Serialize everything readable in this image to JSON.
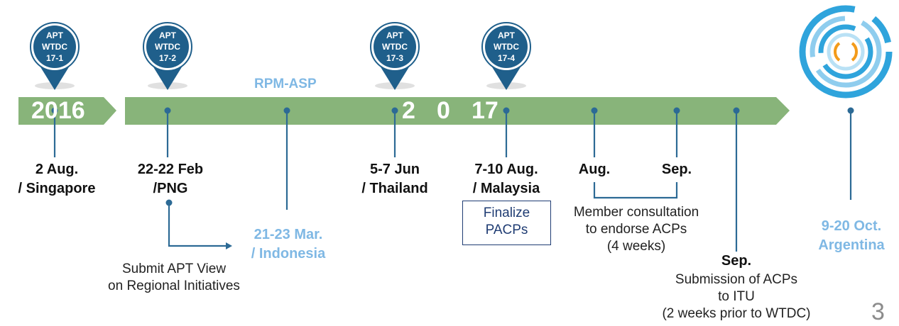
{
  "banner_label": "RPM-ASP",
  "year_2016": "2016",
  "year_2017_parts": [
    "2",
    "0",
    "17"
  ],
  "pins": [
    {
      "line1": "APT",
      "line2": "WTDC",
      "line3": "17-1"
    },
    {
      "line1": "APT",
      "line2": "WTDC",
      "line3": "17-2"
    },
    {
      "line1": "APT",
      "line2": "WTDC",
      "line3": "17-3"
    },
    {
      "line1": "APT",
      "line2": "WTDC",
      "line3": "17-4"
    }
  ],
  "events": {
    "singapore": {
      "line1": "2 Aug.",
      "line2": "/ Singapore"
    },
    "png": {
      "line1": "22-22 Feb",
      "line2": "/PNG"
    },
    "indonesia": {
      "line1": "21-23 Mar.",
      "line2": "/ Indonesia"
    },
    "thailand": {
      "line1": "5-7 Jun",
      "line2": "/ Thailand"
    },
    "malaysia": {
      "line1": "7-10 Aug.",
      "line2": "/ Malaysia"
    },
    "aug": "Aug.",
    "sep1": "Sep.",
    "sep2": "Sep.",
    "argentina": {
      "line1": "9-20 Oct.",
      "line2": "Argentina"
    }
  },
  "notes": {
    "submit_view": {
      "line1": "Submit APT View",
      "line2": "on Regional Initiatives"
    },
    "finalize": {
      "line1": "Finalize",
      "line2": "PACPs"
    },
    "consultation": {
      "line1": "Member consultation",
      "line2": "to endorse ACPs",
      "line3": "(4 weeks)"
    },
    "submission": {
      "line1": "Submission of ACPs",
      "line2": "to ITU",
      "line3": "(2 weeks prior to WTDC)"
    }
  },
  "page_number": "3",
  "colors": {
    "banner_green": "#88b47a",
    "pin_blue": "#1f5f8b",
    "line_blue": "#2c6a95",
    "light_blue": "#7fb8e4",
    "box_navy": "#1f3c73"
  },
  "icons": {
    "pin": "location-pin-icon",
    "logo": "itu-wtdc-ring-logo"
  }
}
